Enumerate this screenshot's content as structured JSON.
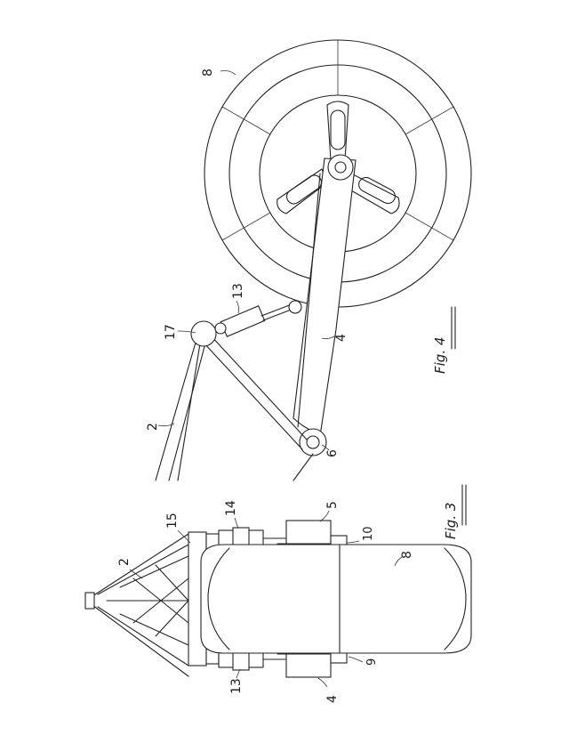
{
  "labels": {
    "fig4": {
      "caption": "Fig. 4",
      "crane": "2",
      "arm": "4",
      "pivot": "6",
      "reel": "8",
      "cylinder": "13",
      "joint": "17"
    },
    "fig3": {
      "caption": "Fig. 3",
      "crane": "2",
      "frame": "15",
      "cyl_right": "14",
      "arm_right": "5",
      "hub_right": "10",
      "drum": "8",
      "cyl_left": "13",
      "arm_left": "4",
      "hub_left": "9"
    }
  }
}
